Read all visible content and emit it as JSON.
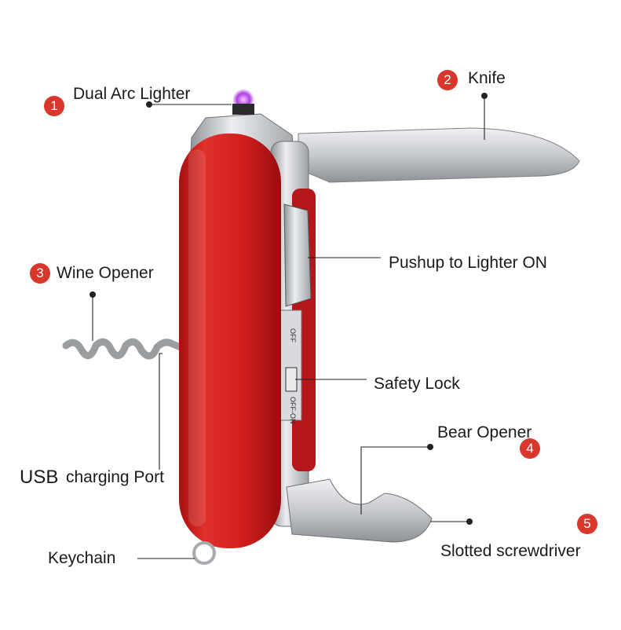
{
  "callouts": [
    {
      "number": "1",
      "label": "Dual Arc Lighter"
    },
    {
      "number": "2",
      "label": "Knife"
    },
    {
      "number": "3",
      "label": "Wine Opener"
    },
    {
      "number": "",
      "label": "Pushup to Lighter ON"
    },
    {
      "number": "",
      "label": "Safety Lock"
    },
    {
      "number": "4",
      "label": "Bear Opener"
    },
    {
      "number": "",
      "label": "charging Port",
      "prefix": "USB"
    },
    {
      "number": "5",
      "label": "Slotted screwdriver"
    },
    {
      "number": "",
      "label": "Keychain"
    }
  ],
  "switch_text": {
    "upper": "OFF",
    "lower": "OFF-ON"
  },
  "colors": {
    "body_red": "#d0201f",
    "steel": "#c9ccd0",
    "badge_red": "#d9362c",
    "lighter_glow": "#b040e0"
  }
}
